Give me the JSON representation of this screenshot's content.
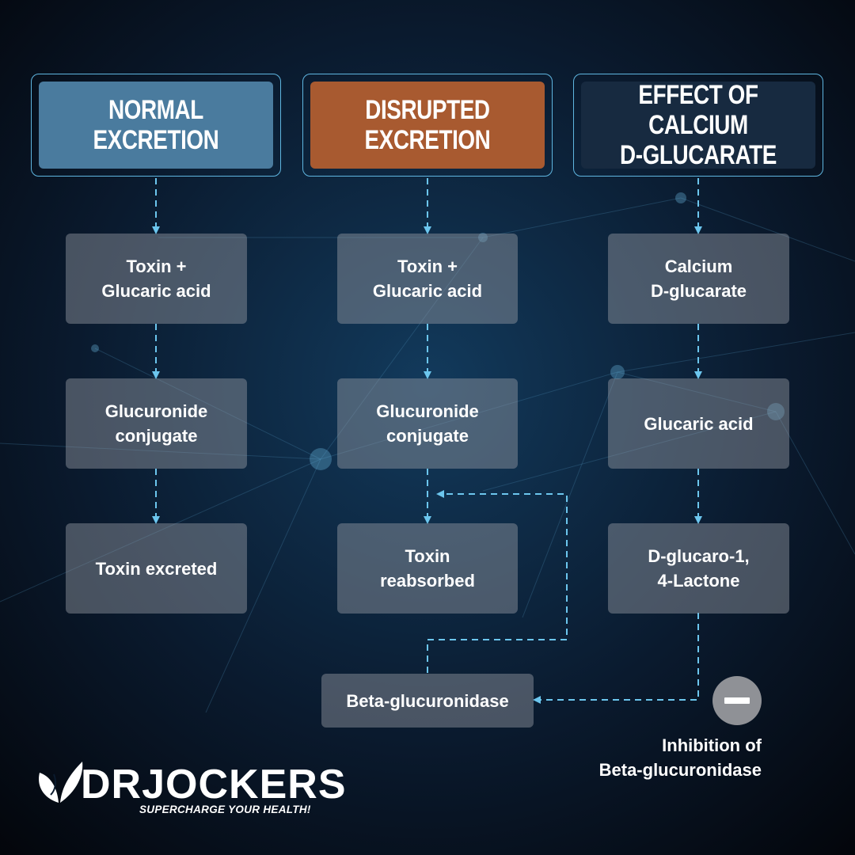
{
  "colors": {
    "normal_header": "#4a7b9e",
    "disrupted_header": "#a85a30",
    "effect_header": "#172a40",
    "connector": "#6cc6ee",
    "box_fill": "rgba(150,155,165,0.45)",
    "minus_circle": "#8f9196"
  },
  "columns": [
    {
      "header": "NORMAL\nEXCRETION",
      "steps": [
        "Toxin +\nGlucaric acid",
        "Glucuronide\nconjugate",
        "Toxin excreted"
      ]
    },
    {
      "header": "DISRUPTED\nEXCRETION",
      "steps": [
        "Toxin +\nGlucaric acid",
        "Glucuronide\nconjugate",
        "Toxin\nreabsorbed"
      ]
    },
    {
      "header": "EFFECT OF CALCIUM\nD-GLUCARATE",
      "steps": [
        "Calcium\nD-glucarate",
        "Glucaric acid",
        "D-glucaro-1,\n4-Lactone"
      ]
    }
  ],
  "enzyme": {
    "label": "Beta-glucuronidase"
  },
  "inhibition": {
    "icon": "minus-circle-icon",
    "label": "Inhibition of\nBeta-glucuronidase"
  },
  "brand": {
    "name": "DRJOCKERS",
    "tagline": "SUPERCHARGE YOUR HEALTH!",
    "icon": "leaf-dna-icon"
  }
}
